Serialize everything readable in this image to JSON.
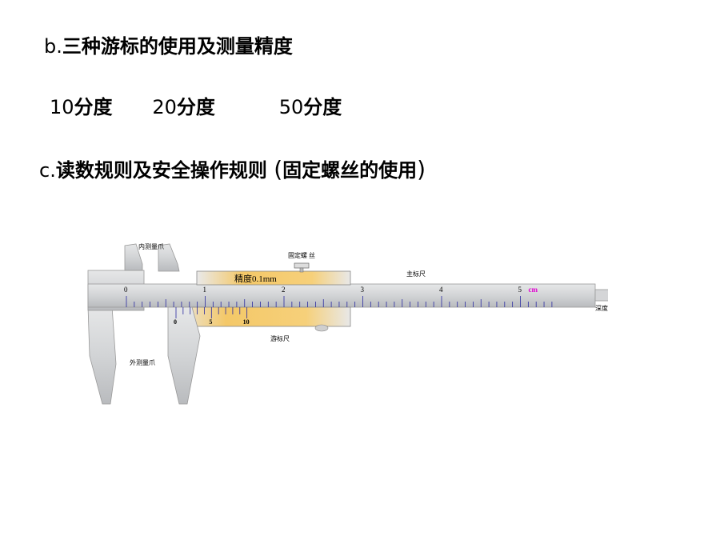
{
  "heading_b": {
    "prefix": "b.",
    "text": "三种游标的使用及测量精度"
  },
  "precisions": [
    {
      "num": "10",
      "unit": "分度"
    },
    {
      "num": "20",
      "unit": "分度"
    },
    {
      "num": "50",
      "unit": "分度"
    }
  ],
  "heading_c": {
    "prefix": "c.",
    "text": "读数规则及安全操作规则",
    "paren_open": "(",
    "paren_text": "固定螺丝的使用",
    "paren_close": ")"
  },
  "diagram": {
    "inner_jaw_label": "内测量爪",
    "locking_screw_label": "固定螺 丝",
    "main_scale_label": "主标尺",
    "precision_label": "精度0.1mm",
    "main_scale_numbers": [
      "0",
      "1",
      "2",
      "3",
      "4",
      "5"
    ],
    "unit_label": "cm",
    "depth_rod_label": "深度尺",
    "vernier_numbers": [
      "0",
      "5",
      "10"
    ],
    "vernier_label": "游标尺",
    "outer_jaw_label": "外测量爪",
    "colors": {
      "body": "#d2d4d6",
      "body_dark": "#a8aaad",
      "slider": "#f3c060",
      "tick": "#2a2aa0",
      "unit": "#e000d0"
    }
  }
}
